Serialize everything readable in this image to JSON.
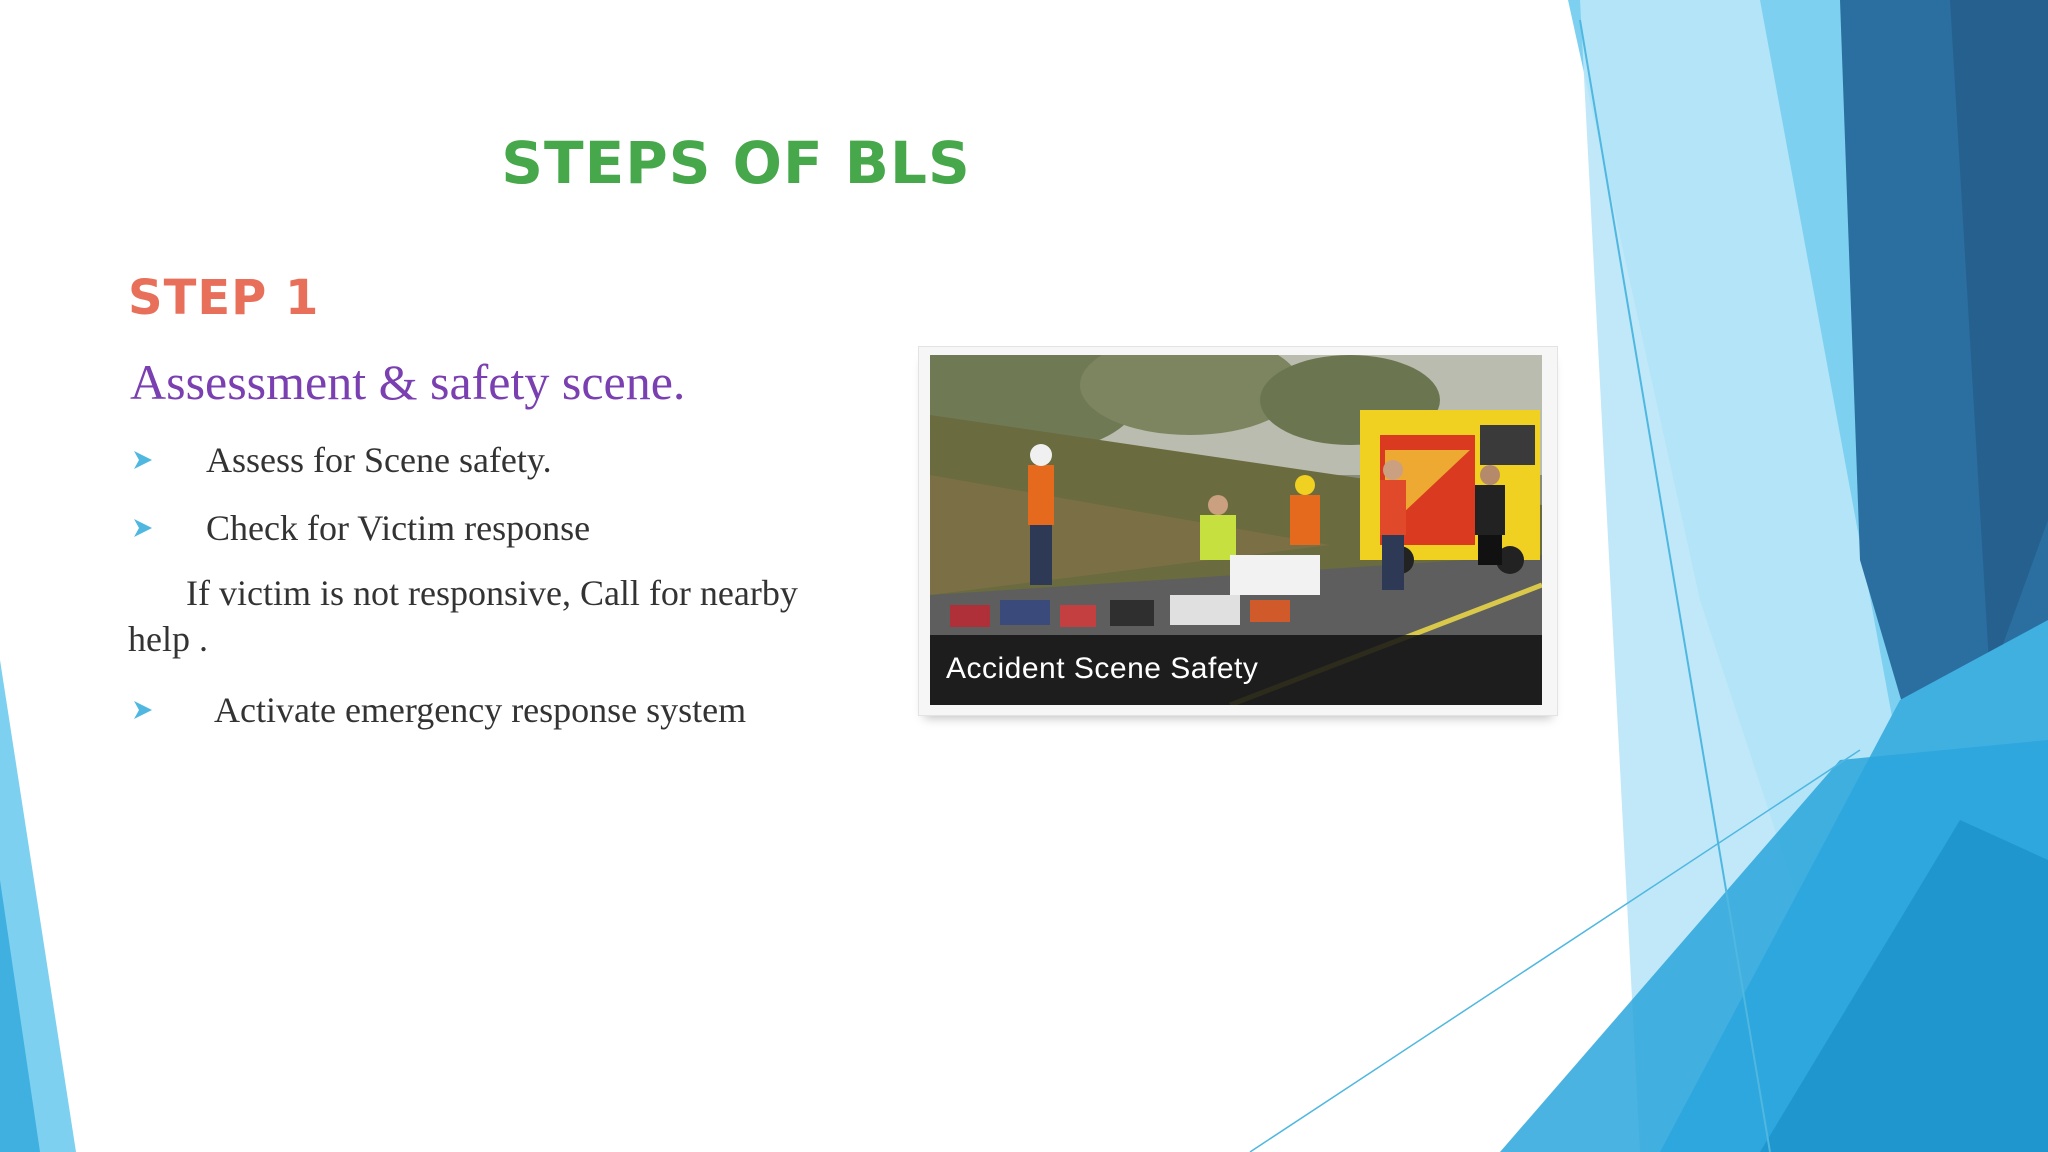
{
  "colors": {
    "title": "#46a84a",
    "step_heading": "#e8705a",
    "subtitle": "#7a3fb0",
    "body_text": "#333333",
    "bullet": "#4fb7e0",
    "decor_light": "#7dd0f0",
    "decor_mid": "#3fb0e0",
    "decor_dark": "#2a6fa0"
  },
  "slide": {
    "title": "STEPS OF BLS",
    "step_heading": "STEP 1",
    "subtitle": "Assessment & safety scene.",
    "bullets": [
      {
        "icon": "arrow-bullet-icon",
        "text": "Assess for Scene safety."
      },
      {
        "icon": "arrow-bullet-icon",
        "text": "Check for Victim response"
      }
    ],
    "paragraph": "If victim is not responsive, Call for nearby help .",
    "last_bullet": {
      "icon": "arrow-bullet-icon",
      "text": "Activate emergency response system"
    }
  },
  "photo": {
    "caption": "Accident Scene Safety"
  }
}
